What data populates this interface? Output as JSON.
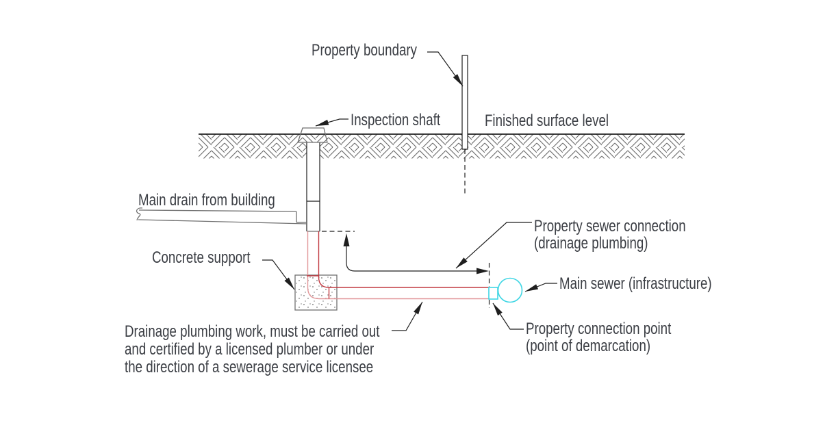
{
  "diagram": {
    "labels": {
      "property_boundary": "Property boundary",
      "inspection_shaft": "Inspection shaft",
      "finished_surface_level": "Finished surface level",
      "main_drain": "Main drain from building",
      "concrete_support": "Concrete support",
      "property_sewer_connection_line1": "Property sewer connection",
      "property_sewer_connection_line2": "(drainage plumbing)",
      "main_sewer": "Main sewer (infrastructure)",
      "property_connection_point_line1": "Property connection point",
      "property_connection_point_line2": "(point of demarcation)",
      "note_line1": "Drainage plumbing work, must be carried out",
      "note_line2": "and certified by a licensed plumber or under",
      "note_line3": "the direction of a sewerage service licensee"
    },
    "colors": {
      "background": "#ffffff",
      "text": "#3b3e44",
      "line_black": "#1f1f1f",
      "pipe_gray": "#6f6f6f",
      "hatch_gray": "#666666",
      "drain_red": "#c23a41",
      "drain_red_light": "#e2979a",
      "sewer_cyan": "#3fd6e4"
    }
  }
}
